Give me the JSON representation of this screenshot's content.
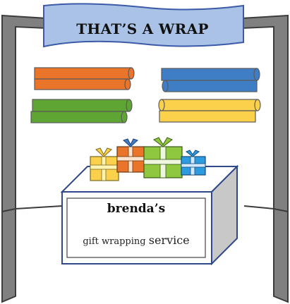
{
  "banner": {
    "title": "THAT’S A WRAP"
  },
  "sign": {
    "name": "brenda’s",
    "subtitle_small": "gift wrapping",
    "subtitle_large": "service"
  },
  "colors": {
    "frame": "#808080",
    "frame_dark": "#4a4a4a",
    "banner_fill": "#a9c2e6",
    "banner_stroke": "#3b5aa8",
    "orange": "#e9742a",
    "blue": "#3f7ec5",
    "green": "#5ea534",
    "yellow": "#fbd04a",
    "light_blue": "#2d9be0",
    "lime": "#8fc73e",
    "table_top": "#ffffff",
    "table_side": "#c8c8c8",
    "table_stroke": "#2f4a8a"
  },
  "icons": [
    "wrapping-paper-roll-icon",
    "gift-box-icon"
  ]
}
